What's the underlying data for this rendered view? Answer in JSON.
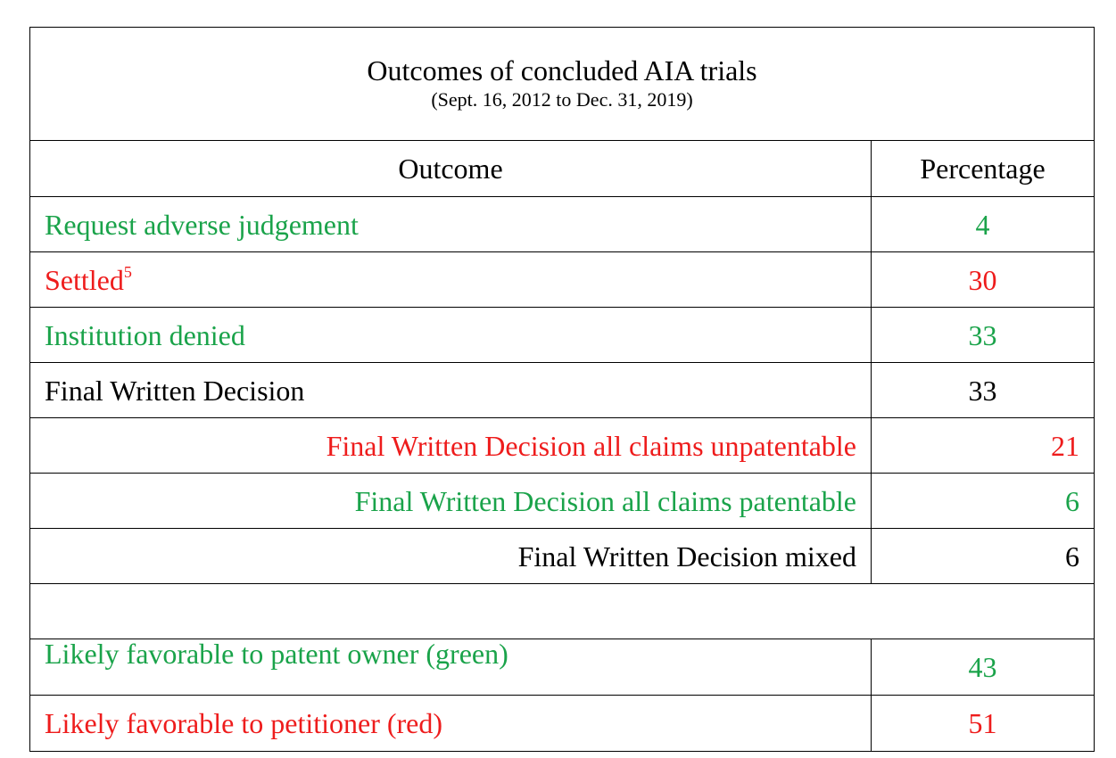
{
  "colors": {
    "green": "#1aa34a",
    "red": "#ee1c1c",
    "black": "#000000"
  },
  "chart_data": {
    "type": "table",
    "title": "Outcomes of concluded AIA trials",
    "subtitle": "(Sept. 16, 2012 to Dec. 31, 2019)",
    "columns": [
      "Outcome",
      "Percentage"
    ],
    "rows": [
      {
        "label": "Request adverse judgement",
        "footnote": "",
        "value": "4",
        "color": "green",
        "indent": false
      },
      {
        "label": "Settled",
        "footnote": "5",
        "value": "30",
        "color": "red",
        "indent": false
      },
      {
        "label": "Institution denied",
        "footnote": "",
        "value": "33",
        "color": "green",
        "indent": false
      },
      {
        "label": "Final Written Decision",
        "footnote": "",
        "value": "33",
        "color": "black",
        "indent": false
      },
      {
        "label": "Final Written Decision all claims unpatentable",
        "footnote": "",
        "value": "21",
        "color": "red",
        "indent": true
      },
      {
        "label": "Final Written Decision all claims patentable",
        "footnote": "",
        "value": "6",
        "color": "green",
        "indent": true
      },
      {
        "label": "Final Written Decision mixed",
        "footnote": "",
        "value": "6",
        "color": "black",
        "indent": true
      }
    ],
    "summary": [
      {
        "label": "Likely favorable to patent owner (green)",
        "value": "43",
        "color": "green"
      },
      {
        "label": "Likely favorable to petitioner (red)",
        "value": "51",
        "color": "red"
      }
    ]
  }
}
